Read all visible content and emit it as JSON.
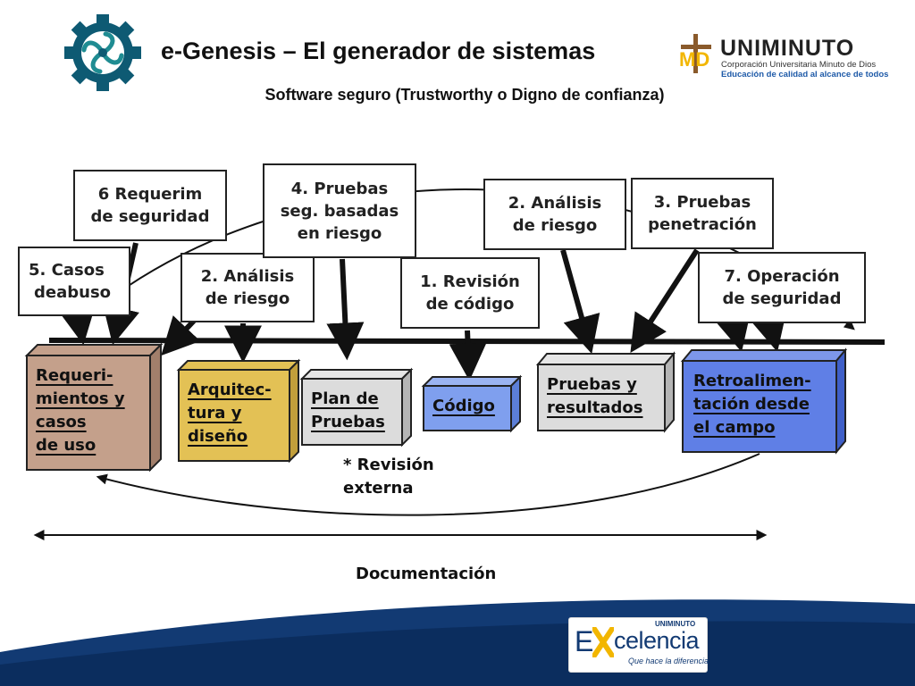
{
  "slide": {
    "title": "e-Genesis – El generador de sistemas",
    "subtitle": "Software seguro (Trustworthy o Digno de confianza)"
  },
  "logos": {
    "uniminuto_name": "UNIMINUTO",
    "uniminuto_line1": "Corporación Universitaria Minuto de Dios",
    "uniminuto_line2": "Educación de calidad al alcance de todos",
    "md_letters": "MD",
    "excelencia_top": "UNIMINUTO",
    "excelencia_e": "E",
    "excelencia_word": "celencia",
    "excelencia_tagline": "Que hace la diferencia"
  },
  "colors": {
    "requerimientos": "#c4a08b",
    "arquitectura": "#e3c155",
    "plan": "#dcdcdc",
    "codigo": "#7f9fee",
    "pruebas": "#dcdcdc",
    "retroalimentacion": "#5f7fe6",
    "footer_wave": "#123a73"
  },
  "touchpoints": {
    "abuse_cases": [
      "5. Casos",
      "deabuso"
    ],
    "security_requirements": [
      "6 Requerim",
      "de seguridad"
    ],
    "risk_analysis_design": [
      "2. Análisis",
      "de riesgo"
    ],
    "risk_tests": [
      "4. Pruebas",
      "seg. basadas",
      "en riesgo"
    ],
    "code_review": [
      "1. Revisión",
      "de código"
    ],
    "risk_analysis_tests": [
      "2. Análisis",
      "de riesgo"
    ],
    "penetration_tests": [
      "3. Pruebas",
      "penetración"
    ],
    "security_operations": [
      "7. Operación",
      "de seguridad"
    ]
  },
  "phases": {
    "requerimientos": [
      "Requeri-",
      "mientos y",
      "casos",
      "de uso"
    ],
    "arquitectura": [
      "Arquitec-",
      "tura y",
      "diseño"
    ],
    "plan": [
      "Plan de",
      "Pruebas"
    ],
    "codigo": [
      "Código"
    ],
    "pruebas": [
      "Pruebas y",
      "resultados"
    ],
    "retroalimentacion": [
      "Retroalimen-",
      "tación desde",
      "el campo"
    ]
  },
  "external_review": [
    "* Revisión",
    "externa"
  ],
  "documentation": "Documentación"
}
